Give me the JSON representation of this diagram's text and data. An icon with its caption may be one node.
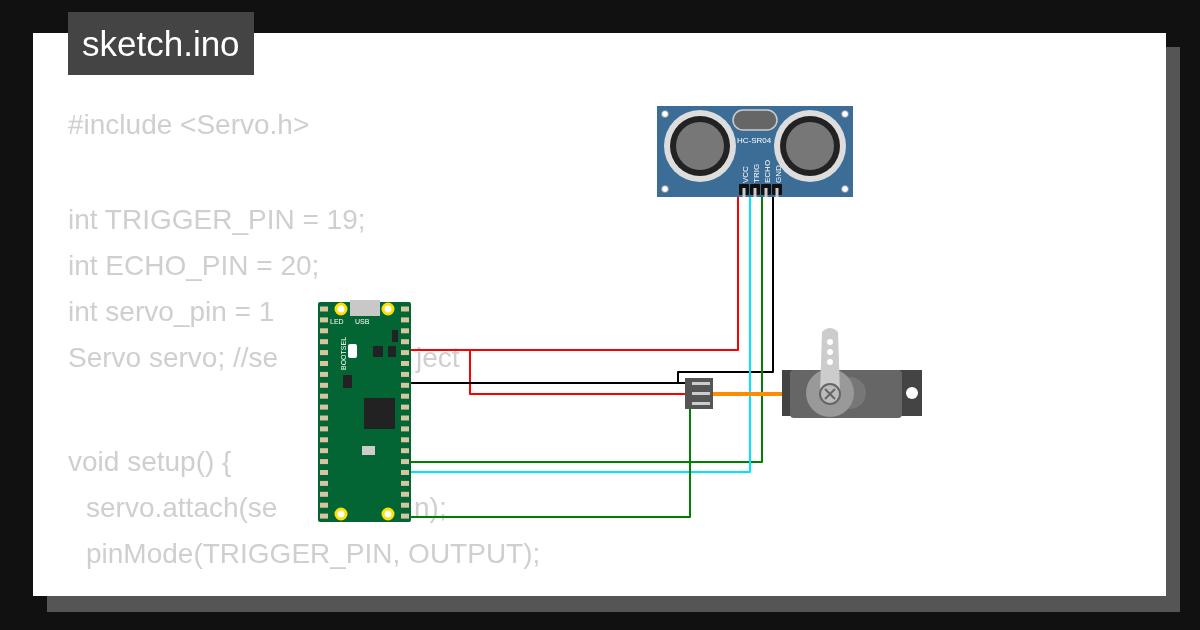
{
  "diagram": {
    "title": "sketch.ino",
    "nodes": [
      {
        "text": [],
        "shape": "picture"
      },
      {
        "text": [
          "HC-SR04"
        ]
      },
      {
        "text": [],
        "shape": "picture"
      },
      {
        "text": [],
        "shape": "box"
      }
    ],
    "edges": [
      {
        "from": 0,
        "to": 1,
        "arrow": "none",
        "color": "#ff0000"
      },
      {
        "from": 0,
        "to": 1,
        "arrow": "none",
        "color": "#000000"
      },
      {
        "from": 0,
        "to": 1,
        "arrow": "none",
        "color": "#008000"
      },
      {
        "from": 0,
        "to": 1,
        "arrow": "none",
        "color": "#00e5ff"
      },
      {
        "from": 0,
        "to": 3,
        "arrow": "none",
        "color": "#ff0000"
      },
      {
        "from": 0,
        "to": 3,
        "arrow": "none",
        "color": "#000000"
      },
      {
        "from": 0,
        "to": 3,
        "arrow": "none",
        "color": "#008000"
      },
      {
        "from": 3,
        "to": 2,
        "arrow": "none",
        "style": "thick",
        "color": "#ff8c00"
      }
    ],
    "labels": [
      "#include <Servo.h>",
      "int TRIGGER_PIN = 19;",
      "int ECHO_PIN = 20;",
      "int servo_pin = 1",
      "Servo servo; //se",
      "ject",
      "void setup() {",
      "servo.attach(se",
      "n);",
      "pinMode(TRIGGER_PIN, OUTPUT);",
      "VCC",
      "TRIG",
      "ECHO",
      "GND",
      "LED",
      "USB",
      "BOOTSEL"
    ]
  }
}
